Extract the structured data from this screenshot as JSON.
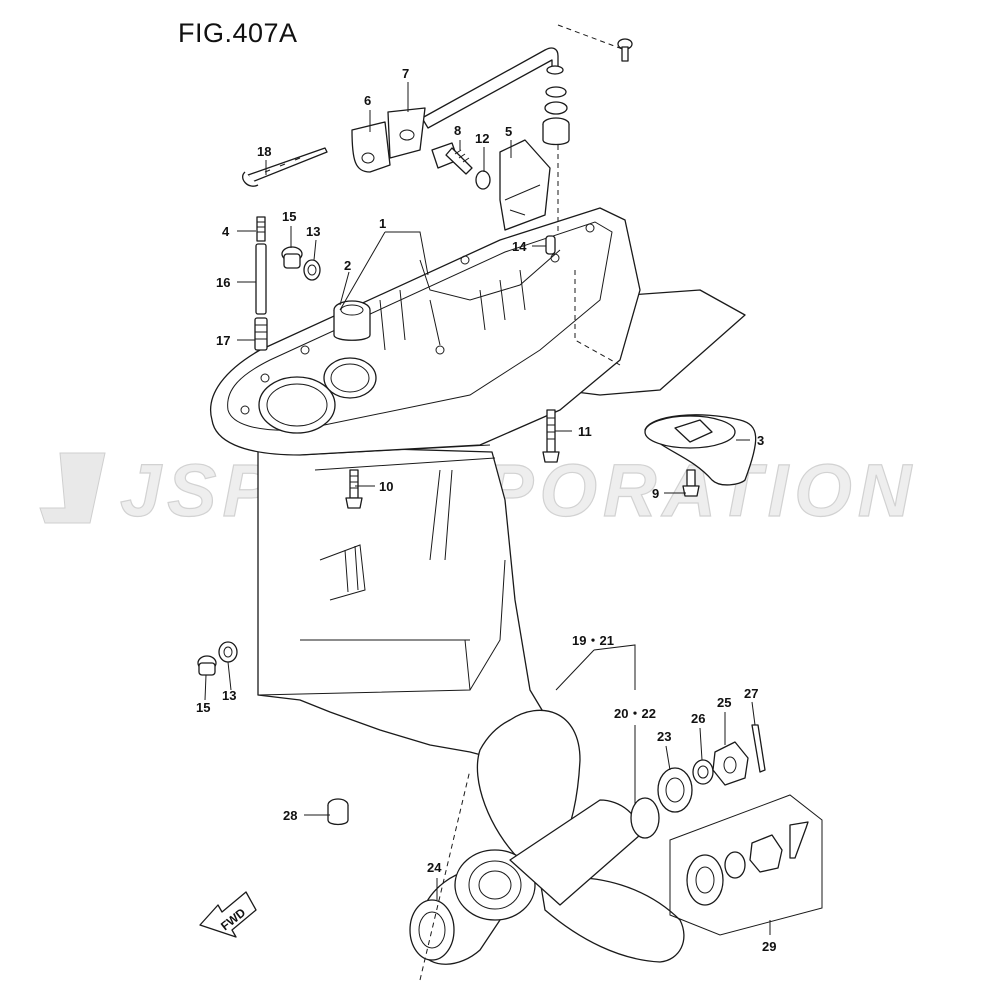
{
  "figure": {
    "title": "FIG.407A"
  },
  "watermark": {
    "text": "JSP CORPORATION"
  },
  "direction_marker": {
    "text": "FWD"
  },
  "callouts": {
    "c1": "1",
    "c2": "2",
    "c3": "3",
    "c4": "4",
    "c5": "5",
    "c6": "6",
    "c7": "7",
    "c8": "8",
    "c9": "9",
    "c10": "10",
    "c11": "11",
    "c12": "12",
    "c13a": "13",
    "c13b": "13",
    "c14": "14",
    "c15a": "15",
    "c15b": "15",
    "c16": "16",
    "c17": "17",
    "c18": "18",
    "c19_21": "19・21",
    "c20_22": "20・22",
    "c23": "23",
    "c24": "24",
    "c25": "25",
    "c26": "26",
    "c27": "27",
    "c28": "28",
    "c29": "29"
  }
}
